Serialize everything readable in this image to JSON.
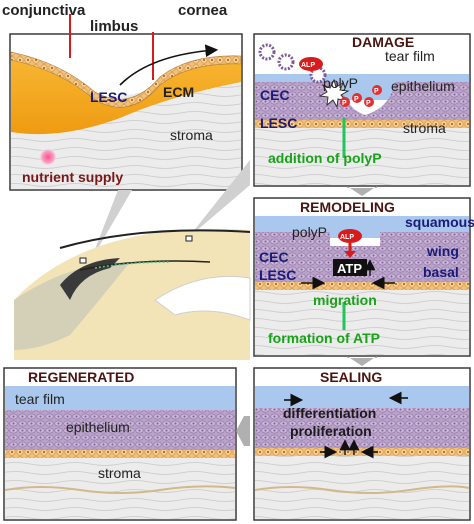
{
  "top_labels": {
    "conjunctiva": "conjunctiva",
    "limbus": "limbus",
    "cornea": "cornea"
  },
  "panel_anatomy": {
    "lesc": "LESC",
    "ecm": "ECM",
    "stroma": "stroma",
    "nutrient_supply": "nutrient supply"
  },
  "panel_damage": {
    "title": "DAMAGE",
    "tear_film": "tear film",
    "alp": "ALP",
    "polyp": "polyP",
    "p": "P",
    "epithelium": "epithelium",
    "cec": "CEC",
    "lesc": "LESC",
    "stroma": "stroma",
    "addition": "addition of polyP"
  },
  "panel_remodeling": {
    "title": "REMODELING",
    "squamous": "squamous",
    "polyp": "polyP",
    "alp": "ALP",
    "wing": "wing",
    "cec": "CEC",
    "basal": "basal",
    "lesc": "LESC",
    "atp": "ATP",
    "migration": "migration",
    "formation": "formation of ATP"
  },
  "panel_regenerated": {
    "title": "REGENERATED",
    "tear_film": "tear film",
    "epithelium": "epithelium",
    "stroma": "stroma"
  },
  "panel_sealing": {
    "title": "SEALING",
    "differentiation": "differentiation",
    "proliferation": "proliferation"
  },
  "colors": {
    "panel_border": "#3a3a3a",
    "title_color": "#4a1410",
    "ecm_orange": "#f2a81c",
    "epithelium_purple": "#b39cc4",
    "tear_film_blue": "#aac8ee",
    "stroma_grey": "#e7e7e7",
    "green_text": "#19a319",
    "alp_red": "#d81b1b",
    "basal_orange": "#f0b35a"
  }
}
